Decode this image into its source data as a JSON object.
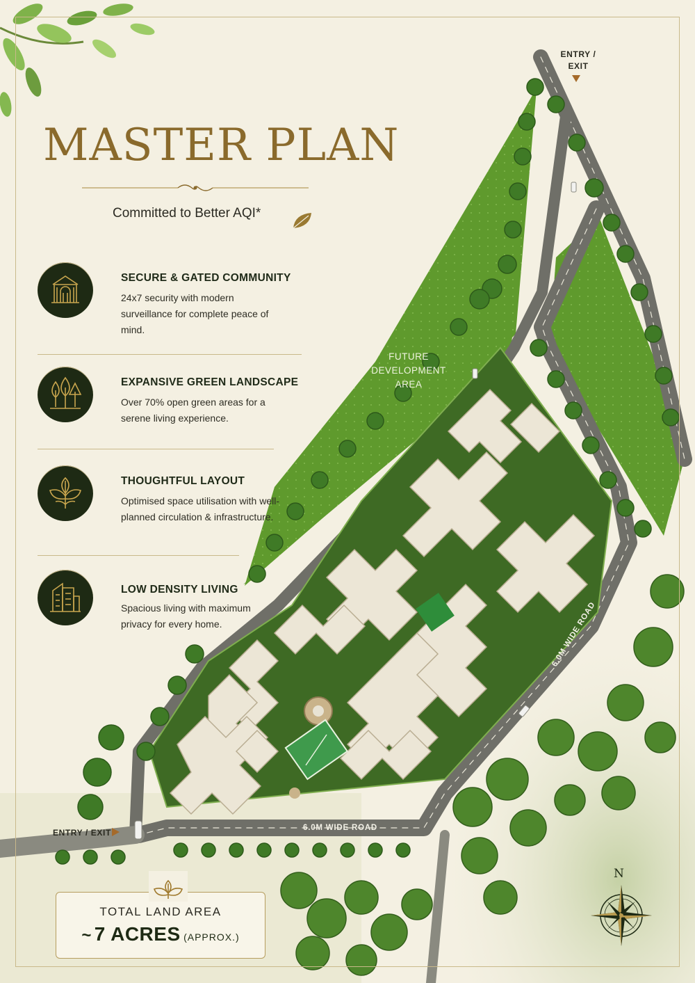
{
  "header": {
    "title": "MASTER PLAN",
    "tagline": "Committed to Better AQI*"
  },
  "features": [
    {
      "icon": "gate-icon",
      "title": "SECURE & GATED COMMUNITY",
      "description": "24x7 security with modern surveillance for complete peace of mind."
    },
    {
      "icon": "trees-icon",
      "title": "EXPANSIVE GREEN LANDSCAPE",
      "description": "Over 70% open green areas for a serene living experience."
    },
    {
      "icon": "leaf-icon",
      "title": "THOUGHTFUL LAYOUT",
      "description": "Optimised space utilisation with well-planned circulation & infrastructure."
    },
    {
      "icon": "buildings-icon",
      "title": "LOW DENSITY LIVING",
      "description": "Spacious living with maximum privacy for every home."
    }
  ],
  "map": {
    "entry_top": "ENTRY / EXIT",
    "entry_bottom": "ENTRY / EXIT",
    "future_area": "FUTURE DEVELOPMENT AREA",
    "road_diagonal": "6.0M WIDE ROAD",
    "road_bottom": "6.0M WIDE ROAD",
    "compass_north": "N"
  },
  "land_area": {
    "label": "TOTAL LAND AREA",
    "approx_symbol": "~",
    "value": "7 ACRES",
    "note": "(APPROX.)"
  },
  "colors": {
    "gold": "#8a6a2c",
    "dark_green": "#1e2a14",
    "lawn_green": "#5e9a2c",
    "road_grey": "#6f6f68",
    "background": "#f4f0e2"
  }
}
